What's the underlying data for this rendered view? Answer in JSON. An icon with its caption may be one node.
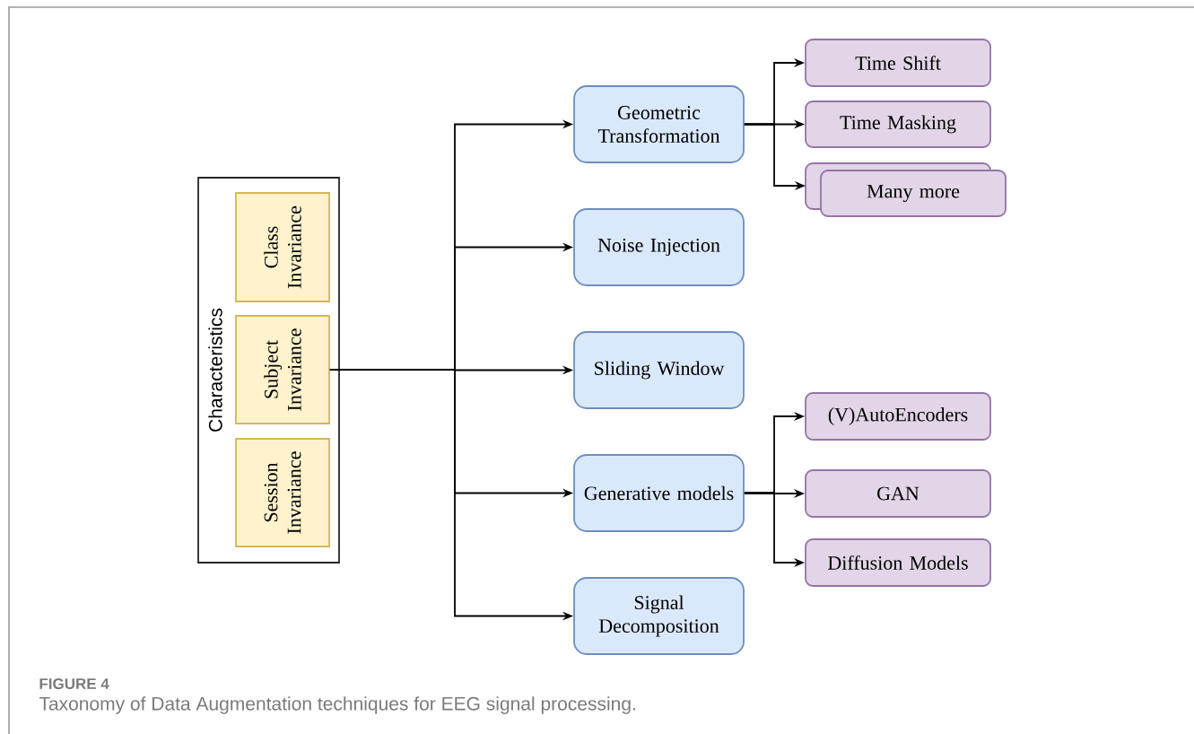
{
  "diagram": {
    "caption": "Taxonomy of Data Augmentation techniques for EEG signal processing.",
    "nodes": [
      {
        "text": [
          "Characteristics"
        ]
      },
      {
        "text": [
          "Class Invariance"
        ],
        "in": 0
      },
      {
        "text": [
          "Subject Invariance"
        ],
        "in": 0
      },
      {
        "text": [
          "Session Invariance"
        ],
        "in": 0
      },
      {
        "text": [
          "Geometric Transformation"
        ]
      },
      {
        "text": [
          "Noise Injection"
        ]
      },
      {
        "text": [
          "Sliding Window"
        ]
      },
      {
        "text": [
          "Generative models"
        ]
      },
      {
        "text": [
          "Signal Decomposition"
        ]
      },
      {
        "text": [
          "Time Shift"
        ]
      },
      {
        "text": [
          "Time Masking"
        ]
      },
      {
        "text": [
          "Many more"
        ]
      },
      {
        "text": [
          "(V)AutoEncoders"
        ]
      },
      {
        "text": [
          "GAN"
        ]
      },
      {
        "text": [
          "Diffusion Models"
        ]
      }
    ],
    "edges": [
      {
        "from": 2,
        "to": 4,
        "arrow": "to"
      },
      {
        "from": 2,
        "to": 5,
        "arrow": "to"
      },
      {
        "from": 2,
        "to": 6,
        "arrow": "to"
      },
      {
        "from": 2,
        "to": 7,
        "arrow": "to"
      },
      {
        "from": 2,
        "to": 8,
        "arrow": "to"
      },
      {
        "from": 4,
        "to": 9,
        "arrow": "to"
      },
      {
        "from": 4,
        "to": 10,
        "arrow": "to"
      },
      {
        "from": 4,
        "to": 11,
        "arrow": "to"
      },
      {
        "from": 7,
        "to": 12,
        "arrow": "to"
      },
      {
        "from": 7,
        "to": 13,
        "arrow": "to"
      },
      {
        "from": 7,
        "to": 14,
        "arrow": "to"
      }
    ],
    "labels": [
      "FIGURE 4"
    ]
  }
}
